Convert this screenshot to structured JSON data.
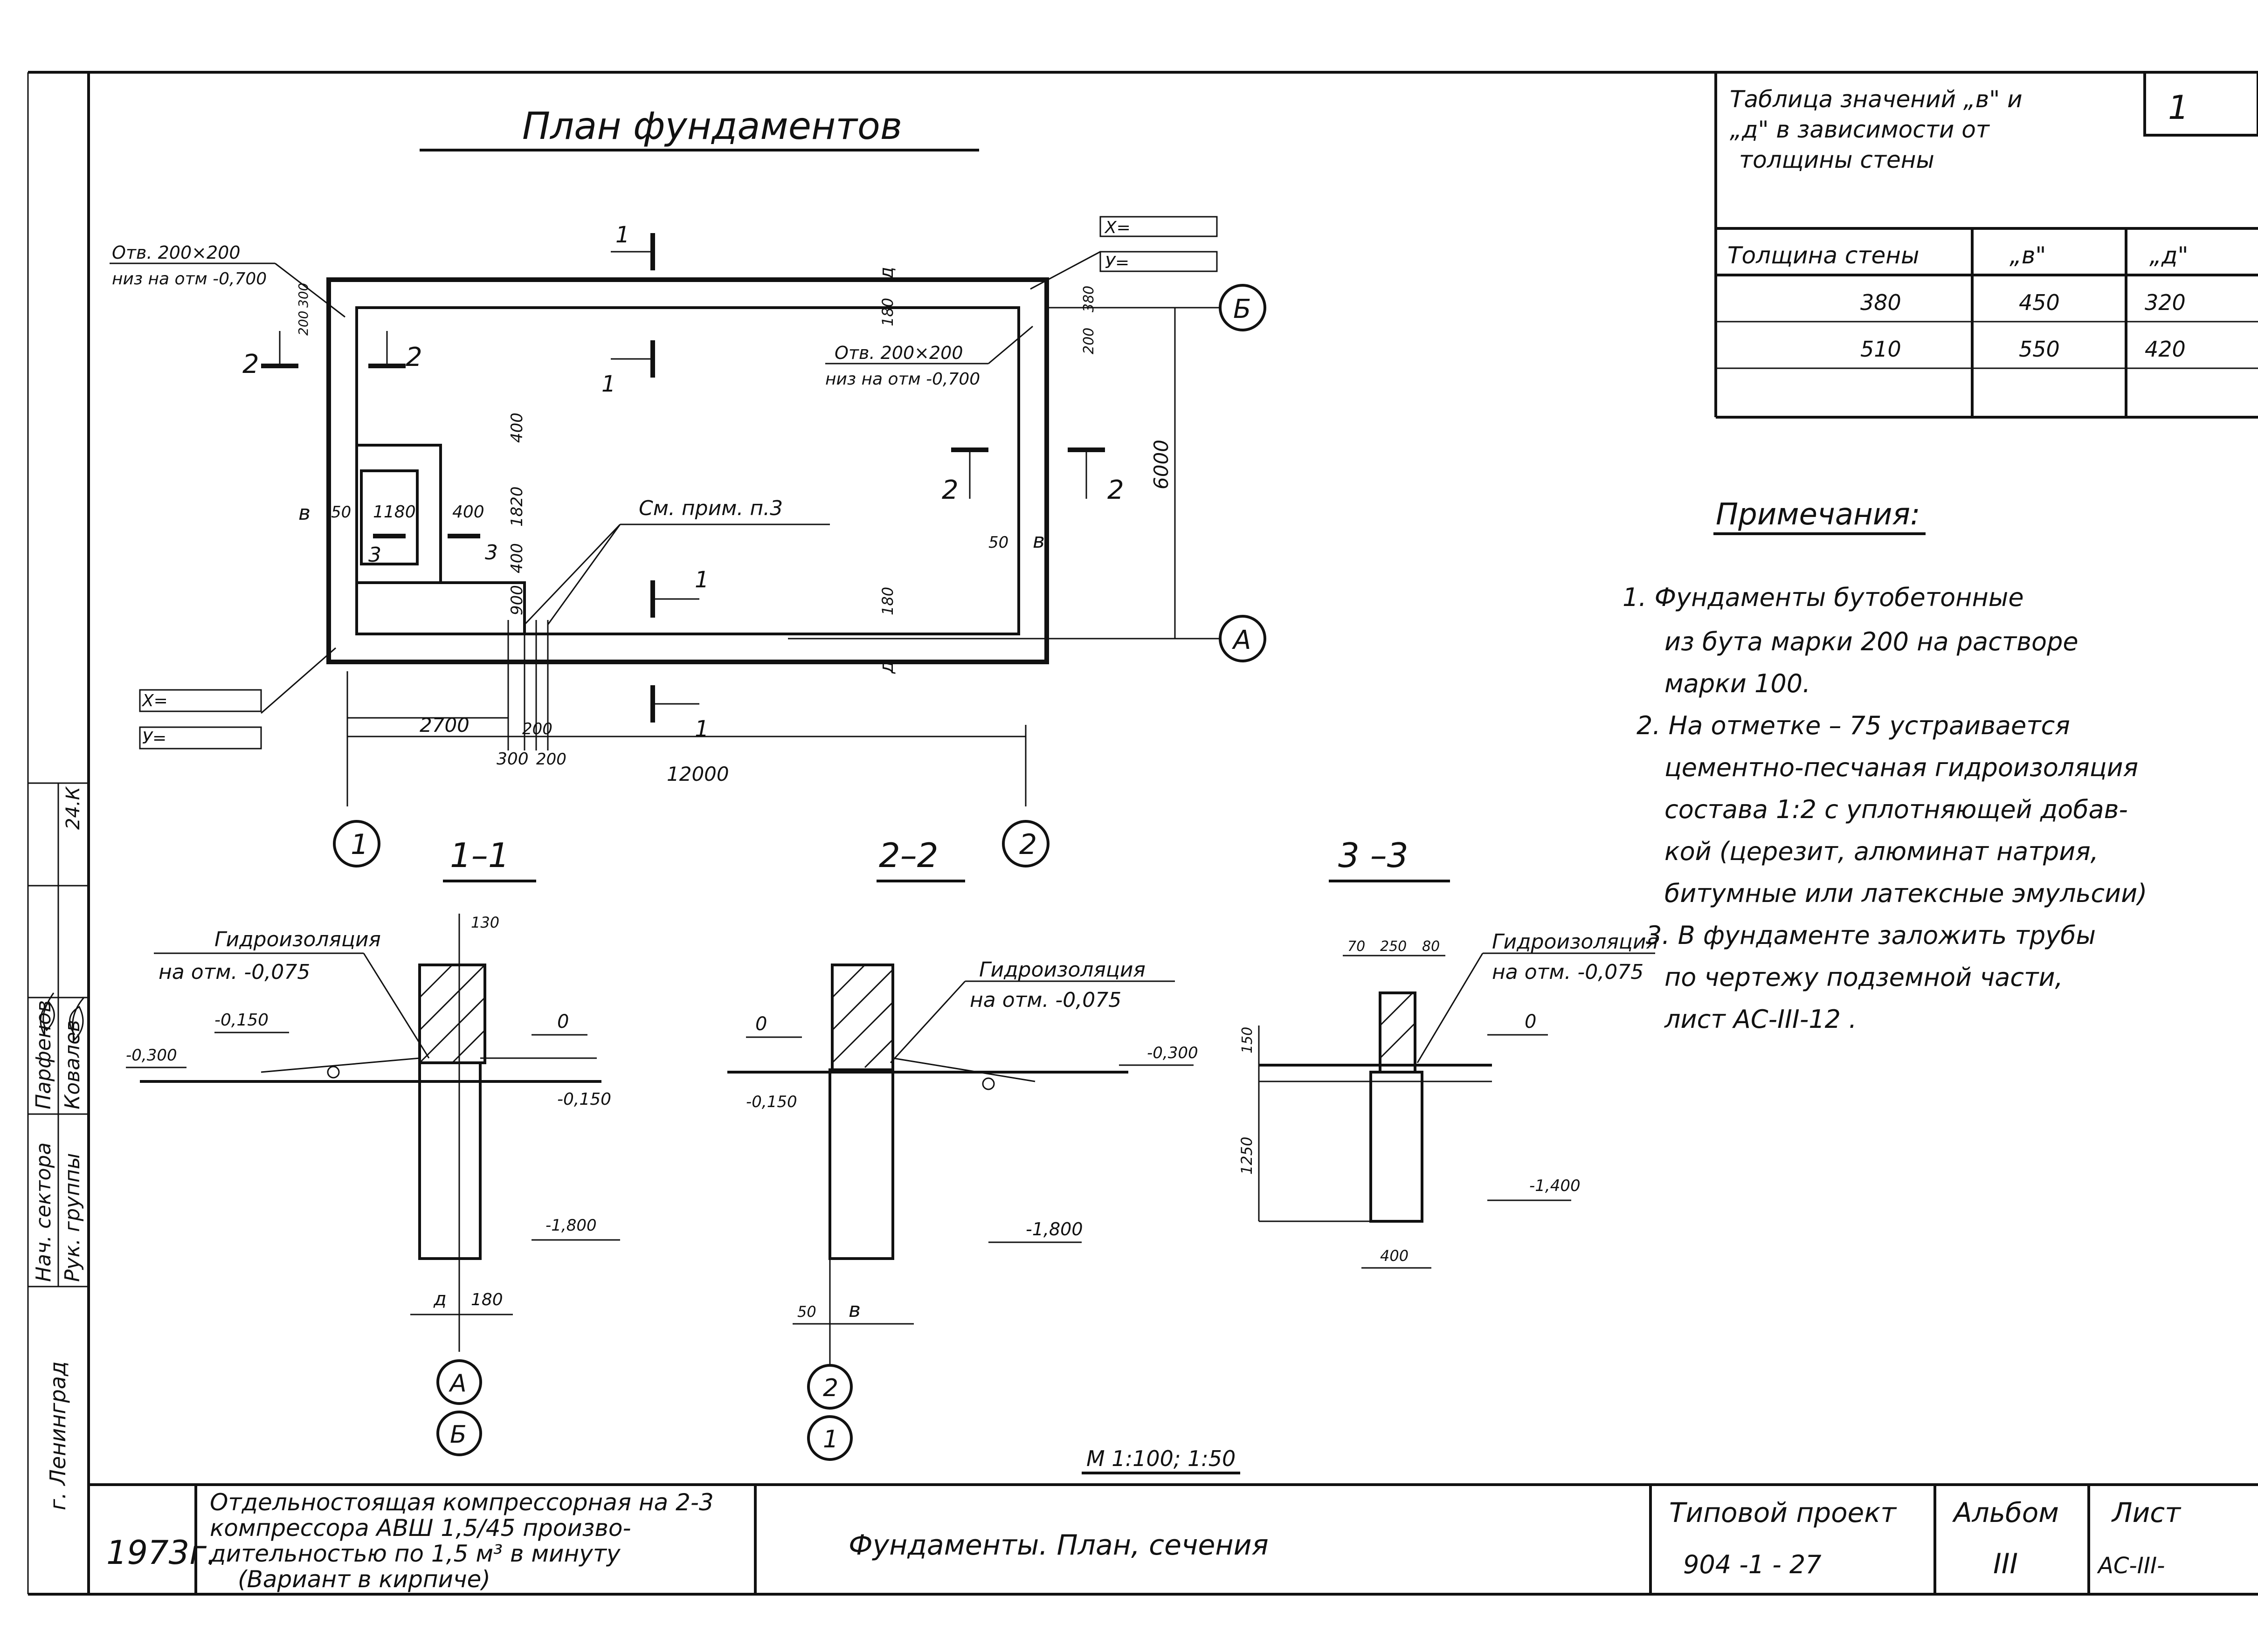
{
  "plan": {
    "title": "План фундаментов",
    "hole_left_label": "Отв. 200×200",
    "hole_left_mark": "низ на отм -0,700",
    "hole_right_label": "Отв. 200×200",
    "hole_right_mark": "низ на отм -0,700",
    "coord_x": "X=",
    "coord_y": "У=",
    "see_note": "См. прим. п.3",
    "cut_1": "1",
    "cut_2": "2",
    "cut_3": "3",
    "letter_d": "д",
    "letter_v": "в",
    "dims": {
      "d_12000": "12000",
      "d_2700": "2700",
      "d_300": "300",
      "d_200a": "200",
      "d_200b": "200",
      "d_6000": "6000",
      "d_1180": "1180",
      "d_400a": "400",
      "d_400b": "400",
      "d_1820": "1820",
      "d_400c": "400",
      "d_900": "900",
      "d_180a": "180",
      "d_180b": "180",
      "d_50a": "50",
      "d_50b": "50",
      "d_380": "380",
      "d_200c": "200",
      "d_200d": "200",
      "d_300b": "300"
    },
    "axes": {
      "A": "А",
      "B": "Б",
      "one": "1",
      "two": "2"
    }
  },
  "sections": {
    "s11": {
      "title": "1–1",
      "hydro": "Гидроизоляция",
      "hydro_mark": "на отм. -0,075",
      "m_0150a": "-0,150",
      "m_0300": "-0,300",
      "m_0": "0",
      "m_0150b": "-0,150",
      "m_1800": "-1,800",
      "d_130": "130",
      "d_d": "д",
      "d_180": "180",
      "ax_a": "А",
      "ax_b": "Б"
    },
    "s22": {
      "title": "2–2",
      "hydro": "Гидроизоляция",
      "hydro_mark": "на отм. -0,075",
      "m_0": "0",
      "m_0300": "-0,300",
      "m_0150": "-0,150",
      "m_1800": "-1,800",
      "d_50": "50",
      "d_v": "в",
      "ax_2": "2",
      "ax_1": "1"
    },
    "s33": {
      "title": "3 –3",
      "hydro": "Гидроизоляция",
      "hydro_mark": "на отм. -0,075",
      "m_0": "0",
      "m_1400": "-1,400",
      "d_70": "70",
      "d_250": "250",
      "d_80": "80",
      "d_150": "150",
      "d_1250": "1250",
      "d_400": "400"
    },
    "scale": "М 1:100; 1:50"
  },
  "table": {
    "title_line1": "Таблица значений „в\" и",
    "title_line2": "„д\" в зависимости от",
    "title_line3": "толщины стены",
    "headers": [
      "Толщина стены",
      "„в\"",
      "„д\""
    ],
    "rows": [
      [
        "380",
        "450",
        "320"
      ],
      [
        "510",
        "550",
        "420"
      ],
      [
        "",
        "",
        ""
      ]
    ],
    "corner_box": "1"
  },
  "notes": {
    "title": "Примечания:",
    "lines": [
      "1. Фундаменты бутобетонные",
      "из бута марки 200 на растворе",
      "марки 100.",
      "2. На отметке – 75 устраивается",
      "цементно-песчаная гидроизоляция",
      "состава 1:2 с уплотняющей добав-",
      "кой (церезит, алюминат натрия,",
      "битумные или латексные эмульсии)",
      "3. В фундаменте заложить трубы",
      "по чертежу подземной части,",
      "лист АС-III-12 ."
    ]
  },
  "titleblock": {
    "year": "1973г.",
    "description_1": "Отдельностоящая компрессорная на 2-3",
    "description_2": "компрессора АВШ 1,5/45 произво-",
    "description_3": "дительностью по 1,5 м³ в минуту",
    "description_4": "(Вариант в кирпиче)",
    "sheet_name": "Фундаменты. План, сечения",
    "project_label": "Типовой проект",
    "project_number": "904 -1 - 27",
    "album_label": "Альбом",
    "album_number": "III",
    "sheet_label": "Лист",
    "sheet_number": "АС-III-"
  },
  "sidebar": {
    "city": "г. Ленинград",
    "roles": [
      "Нач. сектора",
      "Рук. группы"
    ],
    "names": [
      "Парфенов",
      "Ковалев"
    ],
    "corner_code": "24.К"
  }
}
